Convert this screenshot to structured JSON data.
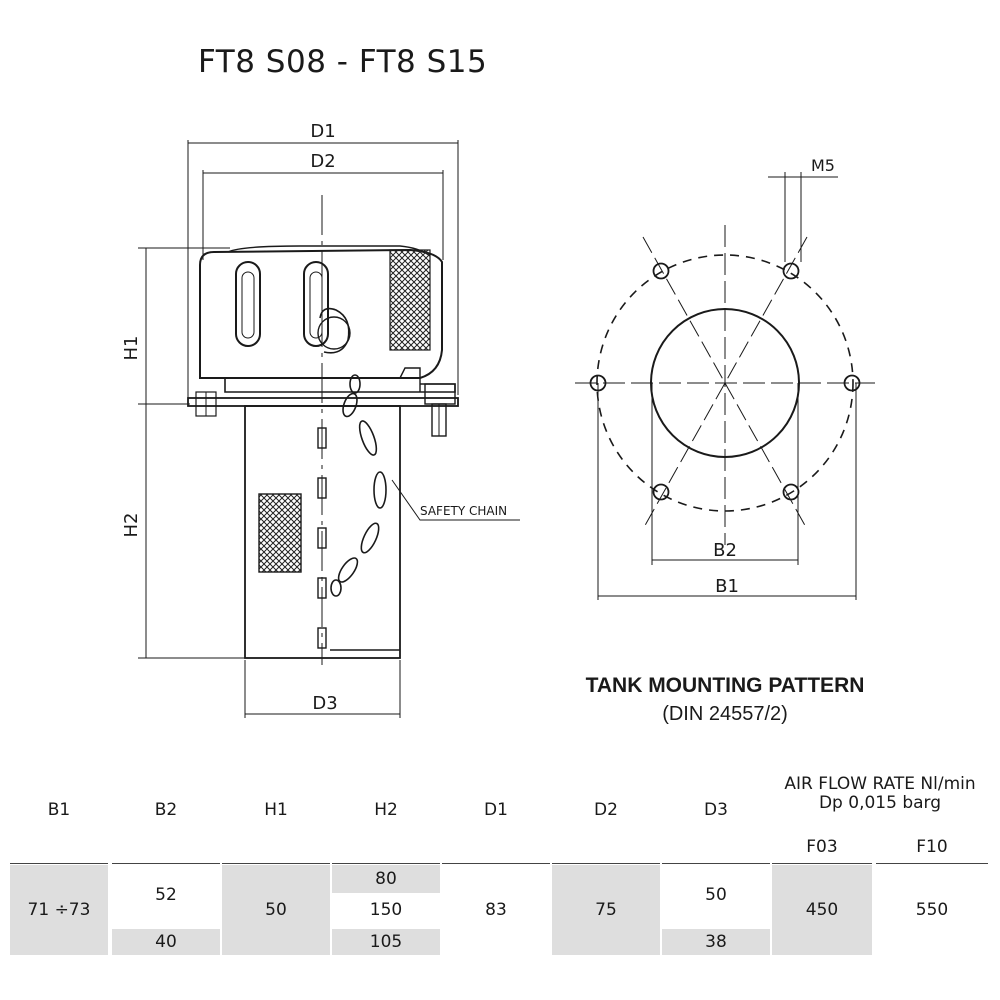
{
  "title": "FT8 S08 - FT8 S15",
  "drawing_labels": {
    "d1": "D1",
    "d2": "D2",
    "d3": "D3",
    "h1": "H1",
    "h2": "H2",
    "safety_chain": "SAFETY CHAIN",
    "m5": "M5",
    "b1": "B1",
    "b2": "B2"
  },
  "caption": {
    "main": "TANK MOUNTING PATTERN",
    "sub": "(DIN 24557/2)"
  },
  "table": {
    "headers": [
      "B1",
      "B2",
      "H1",
      "H2",
      "D1",
      "D2",
      "D3"
    ],
    "airflow_header_line1": "AIR FLOW RATE Nl/min",
    "airflow_header_line2": "Dp 0,015 barg",
    "airflow_sub": [
      "F03",
      "F10"
    ],
    "b1": "71 ÷73",
    "b2": [
      "52",
      "40"
    ],
    "h1": "50",
    "h2": [
      "80",
      "150",
      "105"
    ],
    "d1": "83",
    "d2": "75",
    "d3": [
      "50",
      "38"
    ],
    "f03": "450",
    "f10": "550"
  }
}
